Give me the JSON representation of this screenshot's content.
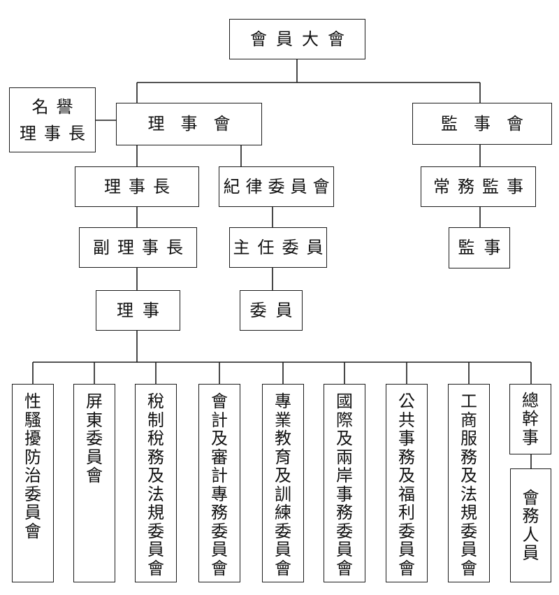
{
  "diagram_type": "organization-chart",
  "language": "zh-TW",
  "colors": {
    "background": "#ffffff",
    "line": "#1b1b1b",
    "text": "#111111"
  },
  "nodes": {
    "member_assembly": "會員大會",
    "honorary_chairman_line1": "名譽",
    "honorary_chairman_line2": "理事長",
    "board_of_directors": "理事會",
    "board_of_supervisors": "監事會",
    "chairman": "理事長",
    "discipline_committee": "紀律委員會",
    "standing_supervisor": "常務監事",
    "vice_chairman": "副理事長",
    "chief_commissioner": "主任委員",
    "supervisor": "監事",
    "director": "理事",
    "commissioner": "委員",
    "secretary_general": "總幹事",
    "office_staff": "會務人員"
  },
  "committees": [
    "性騷擾防治委員會",
    "屏東委員會",
    "稅制稅務及法規委員會",
    "會計及審計專務委員會",
    "專業教育及訓練委員會",
    "國際及兩岸事務委員會",
    "公共事務及福利委員會",
    "工商服務及法規委員會"
  ],
  "edges": [
    [
      "member_assembly",
      "board_of_directors"
    ],
    [
      "member_assembly",
      "board_of_supervisors"
    ],
    [
      "honorary_chairman",
      "board_of_directors"
    ],
    [
      "board_of_directors",
      "chairman"
    ],
    [
      "board_of_directors",
      "discipline_committee"
    ],
    [
      "chairman",
      "vice_chairman"
    ],
    [
      "vice_chairman",
      "director"
    ],
    [
      "discipline_committee",
      "chief_commissioner"
    ],
    [
      "chief_commissioner",
      "commissioner"
    ],
    [
      "board_of_supervisors",
      "standing_supervisor"
    ],
    [
      "standing_supervisor",
      "supervisor"
    ],
    [
      "director",
      "committee_0"
    ],
    [
      "director",
      "committee_1"
    ],
    [
      "director",
      "committee_2"
    ],
    [
      "director",
      "committee_3"
    ],
    [
      "director",
      "committee_4"
    ],
    [
      "director",
      "committee_5"
    ],
    [
      "director",
      "committee_6"
    ],
    [
      "director",
      "committee_7"
    ],
    [
      "director",
      "secretary_general"
    ],
    [
      "secretary_general",
      "office_staff"
    ]
  ]
}
